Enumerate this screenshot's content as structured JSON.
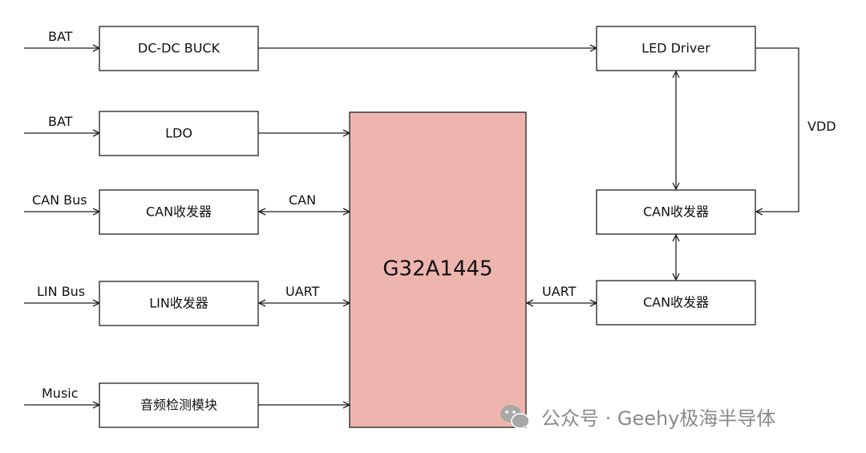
{
  "diagram": {
    "blocks": {
      "dcdc": "DC-DC BUCK",
      "ldo": "LDO",
      "can_left": "CAN收发器",
      "lin": "LIN收发器",
      "audio": "音频检测模块",
      "mcu": "G32A1445",
      "led_driver": "LED Driver",
      "can_right_1": "CAN收发器",
      "can_right_2": "CAN收发器"
    },
    "inputs": {
      "bat1": "BAT",
      "bat2": "BAT",
      "can_bus": "CAN Bus",
      "lin_bus": "LIN Bus",
      "music": "Music"
    },
    "links": {
      "can": "CAN",
      "uart_left": "UART",
      "uart_right": "UART",
      "vdd": "VDD"
    },
    "colors": {
      "mcu_fill": "#eeb5ae",
      "line": "#1f1f1f"
    }
  },
  "watermark": {
    "icon": "wechat-icon",
    "text": "公众号 · Geehy极海半导体"
  }
}
